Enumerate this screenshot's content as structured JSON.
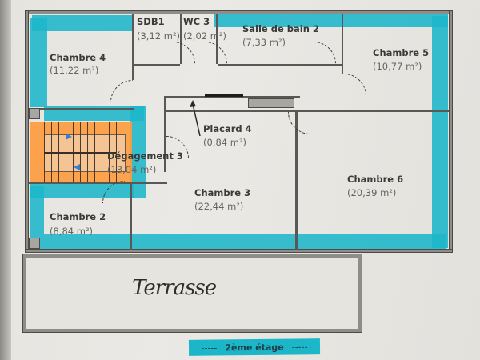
{
  "floor_plan": {
    "level_label": "2ème étage",
    "level_label_decor": "-----",
    "rooms": [
      {
        "name": "Chambre 4",
        "area": "(11,22 m²)"
      },
      {
        "name": "SDB1",
        "area": "(3,12 m²)"
      },
      {
        "name": "WC 3",
        "area": "(2,02 m²)"
      },
      {
        "name": "Salle de bain 2",
        "area": "(7,33 m²)"
      },
      {
        "name": "Chambre 5",
        "area": "(10,77 m²)"
      },
      {
        "name": "Placard 4",
        "area": "(0,84 m²)"
      },
      {
        "name": "Dégagement 3",
        "area": "(13,04 m²)"
      },
      {
        "name": "Chambre 3",
        "area": "(22,44 m²)"
      },
      {
        "name": "Chambre 6",
        "area": "(20,39 m²)"
      },
      {
        "name": "Chambre 2",
        "area": "(8,84 m²)"
      }
    ],
    "terrace_label": "Terrasse",
    "colors": {
      "highlight_teal": "#1cb6c9",
      "stair_orange": "#ff9a3c",
      "wall_gray": "#8f8d89",
      "paper": "#e8e6e1"
    }
  }
}
